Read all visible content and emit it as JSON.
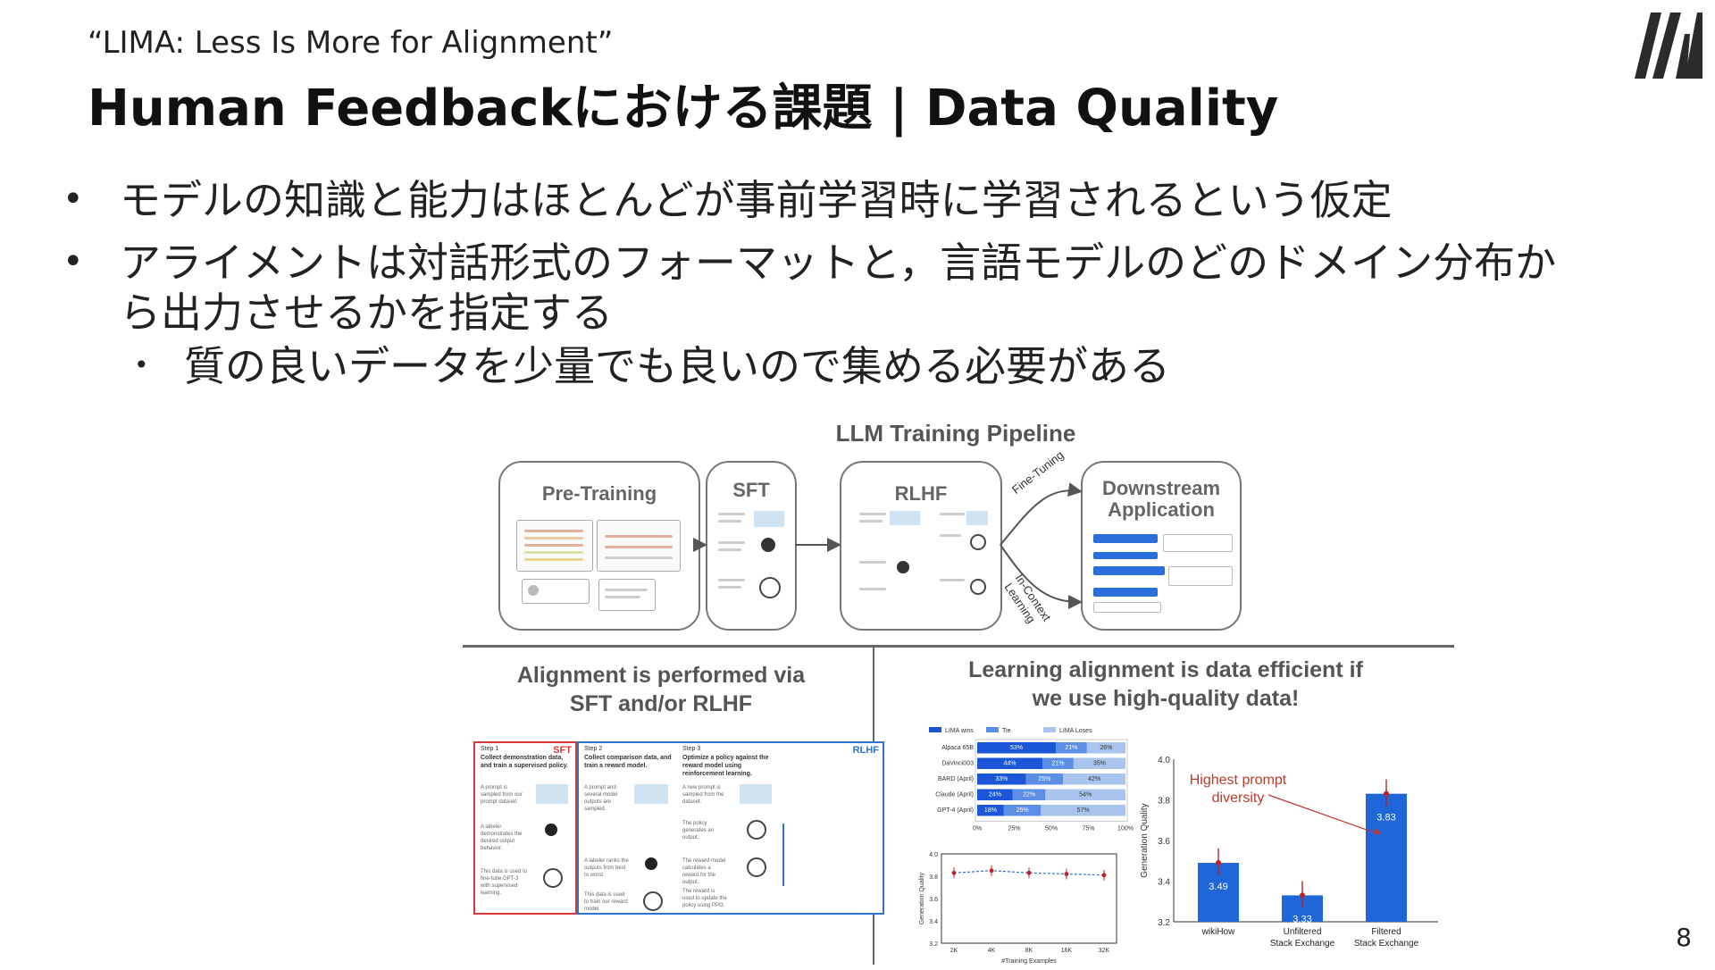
{
  "slide": {
    "subtitle": "“LIMA: Less Is More for Alignment”",
    "title": "Human Feedbackにおける課題 | Data Quality",
    "page_number": "8",
    "bullets": [
      {
        "text_line1": "モデルの知識と能力はほとんどが事前学習時に学習されるという仮定"
      },
      {
        "text_line1": "アライメントは対話形式のフォーマットと，言語モデルのどのドメイン分布か",
        "text_line2": "ら出力させるかを指定する"
      }
    ],
    "sub_bullets": [
      {
        "text": "質の良いデータを少量でも良いので集める必要がある"
      }
    ]
  },
  "figure": {
    "pipeline_title": "LLM Training Pipeline",
    "stages": {
      "pretraining": "Pre-Training",
      "sft": "SFT",
      "rlhf": "RLHF",
      "downstream_line1": "Downstream",
      "downstream_line2": "Application"
    },
    "arrow_labels": {
      "fine_tuning": "Fine-Tuning",
      "in_context": "In-Context",
      "learning": "Learning"
    },
    "left_panel": {
      "title_line1": "Alignment is performed via",
      "title_line2": "SFT and/or RLHF",
      "sft_tag": "SFT",
      "rlhf_tag": "RLHF",
      "step1": {
        "step": "Step 1",
        "head": "Collect demonstration data, and train a supervised policy.",
        "t1": "A prompt is sampled from our prompt dataset.",
        "t2": "A labeler demonstrates the desired output behavior.",
        "t3": "This data is used to fine-tune GPT-3 with supervised learning."
      },
      "step2": {
        "step": "Step 2",
        "head": "Collect comparison data, and train a reward model.",
        "t1": "A prompt and several model outputs are sampled.",
        "t2": "A labeler ranks the outputs from best to worst.",
        "t3": "This data is used to train our reward model."
      },
      "step3": {
        "step": "Step 3",
        "head": "Optimize a policy against the reward model using reinforcement learning.",
        "t1": "A new prompt is sampled from the dataset.",
        "t2": "The policy generates an output.",
        "t3": "The reward model calculates a reward for the output.",
        "t4": "The reward is used to update the policy using PPO."
      }
    },
    "right_panel": {
      "title_line1": "Learning alignment is data efficient if",
      "title_line2": "we use high-quality data!"
    }
  },
  "chart_data": [
    {
      "type": "bar",
      "orientation": "horizontal-stacked",
      "legend": [
        "LIMA wins",
        "Tie",
        "LIMA Loses"
      ],
      "legend_placement": "top",
      "colors": [
        "#1a56d6",
        "#5b8fe6",
        "#a9c4ef"
      ],
      "categories": [
        "Alpaca 65B",
        "DaVinci003",
        "BARD (April)",
        "Claude (April)",
        "GPT-4 (April)"
      ],
      "series": [
        {
          "name": "LIMA wins",
          "values": [
            53,
            44,
            33,
            24,
            18
          ]
        },
        {
          "name": "Tie",
          "values": [
            21,
            21,
            25,
            22,
            25
          ]
        },
        {
          "name": "LIMA Loses",
          "values": [
            26,
            35,
            42,
            54,
            57
          ]
        }
      ],
      "xticks": [
        "0%",
        "25%",
        "50%",
        "75%",
        "100%"
      ],
      "xlim": [
        0,
        100
      ]
    },
    {
      "type": "line",
      "x": [
        "2K",
        "4K",
        "8K",
        "16K",
        "32K"
      ],
      "values": [
        3.83,
        3.85,
        3.83,
        3.82,
        3.81
      ],
      "xlabel": "#Training Examples",
      "ylabel": "Generation Quality",
      "ylim": [
        3.2,
        4.0
      ],
      "yticks": [
        "3.2",
        "3.4",
        "3.6",
        "3.8",
        "4.0"
      ]
    },
    {
      "type": "bar",
      "categories": [
        "wikiHow",
        "Unfiltered Stack Exchange",
        "Filtered Stack Exchange"
      ],
      "category_lines": [
        [
          "wikiHow",
          ""
        ],
        [
          "Unfiltered",
          "Stack Exchange"
        ],
        [
          "Filtered",
          "Stack Exchange"
        ]
      ],
      "values": [
        3.49,
        3.33,
        3.83
      ],
      "value_labels": [
        "3.49",
        "3.33",
        "3.83"
      ],
      "ylabel": "Generation Quality",
      "ylim": [
        3.2,
        4.0
      ],
      "yticks": [
        "3.2",
        "3.4",
        "3.6",
        "3.8",
        "4.0"
      ],
      "annotation_line1": "Highest prompt",
      "annotation_line2": "diversity",
      "bar_color": "#1f66d9",
      "annotation_color": "#c0392b"
    }
  ]
}
